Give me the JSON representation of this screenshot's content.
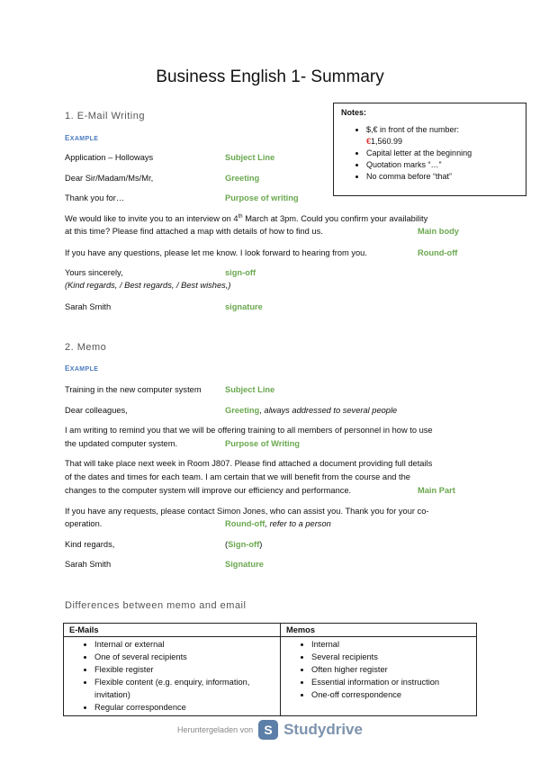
{
  "title": "Business English 1- Summary",
  "notes": {
    "heading": "Notes:",
    "items": {
      "i0a": "$,€ in front of the number:",
      "i0_symbol": "€",
      "i0_amount": "1,560.99",
      "i1": "Capital letter at the beginning",
      "i2": "Quotation marks “…”",
      "i3": "No comma before “that”"
    }
  },
  "email": {
    "heading": "1. E-Mail Writing",
    "example": "Example",
    "subject": "Application – Holloways",
    "subject_tag": "Subject Line",
    "greeting": "Dear Sir/Madam/Ms/Mr,",
    "greeting_tag": "Greeting",
    "thanks": "Thank you for…",
    "thanks_tag": "Purpose of writing",
    "body_1a": "We would like to invite you to an interview on 4",
    "body_1sup": "th",
    "body_1b": " March at 3pm. Could you confirm your availability",
    "body_2": "at this time? Please find attached a map with details of how to find us.",
    "body_tag": "Main body",
    "roundoff": "If you have any questions, please let me know. I look forward to hearing from you.",
    "roundoff_tag": "Round-off",
    "signoff": "Yours sincerely,",
    "signoff_tag": "sign-off",
    "signoff_alt": "(Kind regards, / Best regards, / Best wishes,)",
    "name": "Sarah Smith",
    "name_tag": "signature"
  },
  "memo": {
    "heading": "2. Memo",
    "example": "Example",
    "subject": "Training in the new computer system",
    "subject_tag": "Subject Line",
    "greeting": "Dear colleagues,",
    "greeting_tag": "Greeting",
    "greeting_comma": ", ",
    "greeting_note": "always addressed to several people",
    "purpose_1": "I am writing to remind you that we will be offering training to all members of personnel in how to use",
    "purpose_2": "the updated computer system.",
    "purpose_tag": "Purpose of Writing",
    "main_1": "That will take place next week in Room J807. Please find attached a document providing full details",
    "main_2": "of the dates and times for each team. I am certain that we will benefit from the course and the",
    "main_3": "changes to the computer system will improve our efficiency and performance.",
    "main_tag": "Main Part",
    "round_1": "If you have any requests, please contact Simon Jones, who can assist you. Thank you for your co-",
    "round_2": "operation.",
    "round_tag": "Round-off",
    "round_note": ", refer to a person",
    "signoff": "Kind regards,",
    "signoff_open": "(",
    "signoff_tag": "Sign-off",
    "signoff_close": ")",
    "name": "Sarah Smith",
    "name_tag": "Signature"
  },
  "differences": {
    "heading": "Differences between memo and email",
    "col_emails": "E-Mails",
    "col_memos": "Memos",
    "emails": [
      "Internal or external",
      "One of several recipients",
      "Flexible register",
      "Flexible content (e.g. enquiry, information, invitation)",
      "Regular correspondence"
    ],
    "memos": [
      "Internal",
      "Several recipients",
      "Often higher register",
      "Essential information or instruction",
      "One-off correspondence"
    ]
  },
  "footer": {
    "downloaded": "Heruntergeladen von",
    "logo_letter": "S",
    "brand": "Studydrive"
  },
  "colors": {
    "heading_green": "#6aa84f",
    "example_blue": "#4a7ac0",
    "euro_red": "#cc0000"
  }
}
